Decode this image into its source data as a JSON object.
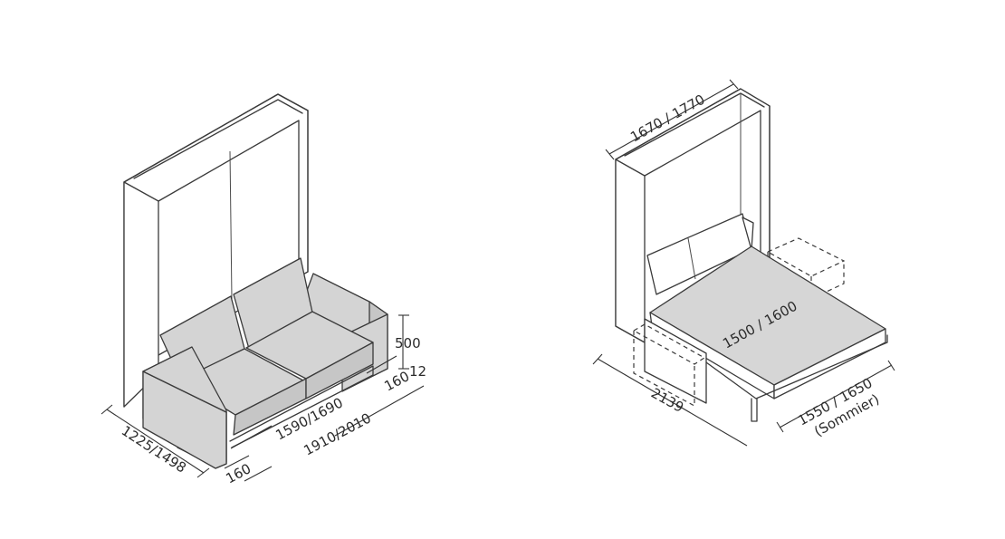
{
  "sofa_view": {
    "dims": {
      "depth": "1225/1498",
      "arm_width": "160",
      "overall_width": "1910/2010",
      "seat_width": "1590/1690",
      "arm_width_right": "160",
      "seat_height": "500",
      "small": "12"
    }
  },
  "bed_view": {
    "dims": {
      "cabinet_width": "1670 / 1770",
      "mattress_width": "1500 / 1600",
      "depth": "2139",
      "sommier_width": "1550 / 1650",
      "sommier_label": "(Sommier)"
    }
  }
}
